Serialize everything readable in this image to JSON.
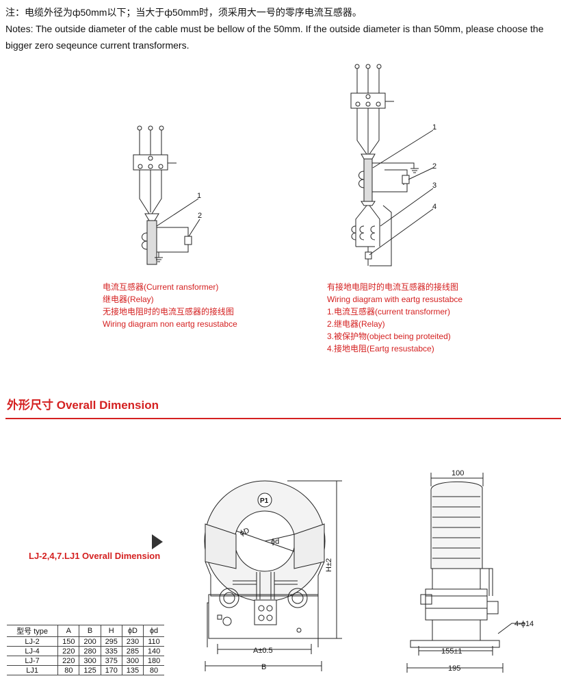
{
  "notes": {
    "cn": "注：电缆外径为ф50mm以下；当大于ф50mm时，须采用大一号的零序电流互感器。",
    "en1": "Notes: The outside diameter of the cable must be bellow of the 50mm. If the outside diameter is than 50mm, please choose the",
    "en2": "bigger zero seqeunce current transformers."
  },
  "left_diagram": {
    "callouts": [
      "1",
      "2"
    ],
    "legend": [
      "电流互感器(Current ransformer)",
      "继电器(Relay)",
      "无接地电阻时的电流互感器的接线图",
      "Wiring diagram non eartg resustabce"
    ]
  },
  "right_diagram": {
    "callouts": [
      "1",
      "2",
      "3",
      "4"
    ],
    "legend": [
      "有接地电阻时的电流互感器的接线图",
      "Wiring diagram with eartg resustabce",
      "1.电流互感器(current transformer)",
      "2.继电器(Relay)",
      "3.被保护物(object being proteited)",
      "4.接地电阻(Eartg resustabce)"
    ]
  },
  "section": {
    "title": "外形尺寸  Overall Dimension",
    "model_label": "LJ-2,4,7.LJ1 Overall Dimension"
  },
  "front_view": {
    "p1": "P1",
    "phiD": "ϕD",
    "phid": "ϕd",
    "height": "H±2",
    "a": "A±0.5",
    "b": "B"
  },
  "side_view": {
    "top": "100",
    "holes": "4-ϕ14",
    "mid": "155±1",
    "bottom": "195"
  },
  "table": {
    "headers": [
      "型号 type",
      "A",
      "B",
      "H",
      "ϕD",
      "ϕd"
    ],
    "rows": [
      [
        "LJ-2",
        "150",
        "200",
        "295",
        "230",
        "110"
      ],
      [
        "LJ-4",
        "220",
        "280",
        "335",
        "285",
        "140"
      ],
      [
        "LJ-7",
        "220",
        "300",
        "375",
        "300",
        "180"
      ],
      [
        "LJ1",
        "80",
        "125",
        "170",
        "135",
        "80"
      ]
    ]
  }
}
